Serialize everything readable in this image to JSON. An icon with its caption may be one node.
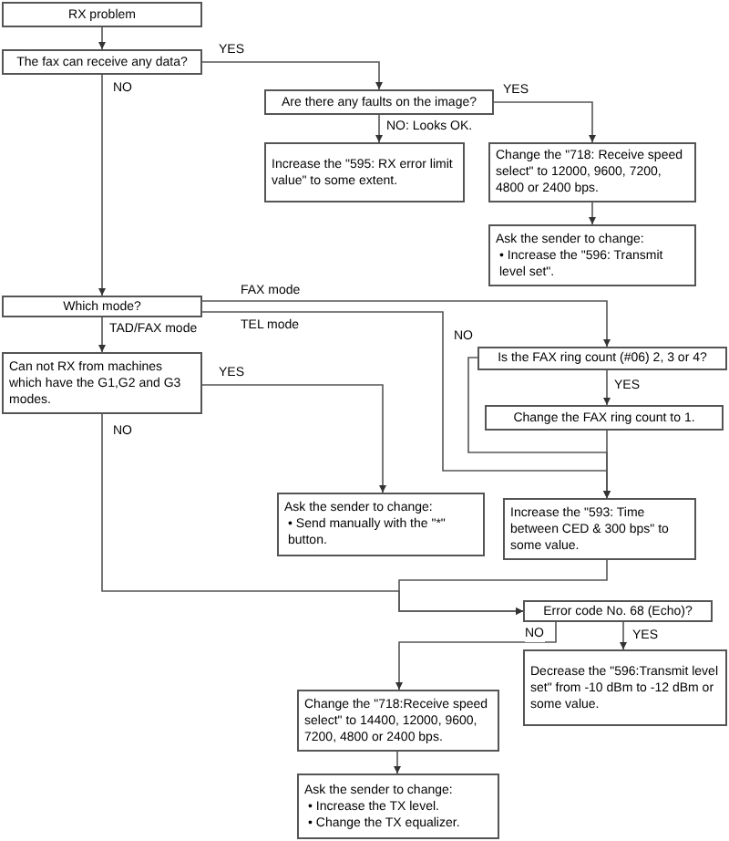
{
  "diagram": {
    "nodes": [
      {
        "text": [
          "RX problem"
        ]
      },
      {
        "text": [
          "The fax can receive any data?"
        ]
      },
      {
        "text": [
          "Are there any faults on the image?"
        ]
      },
      {
        "text": [
          "Increase the \"595: RX error limit value\" to some extent."
        ]
      },
      {
        "text": [
          "Change the \"718: Receive speed select\" to 12000, 9600, 7200, 4800 or 2400 bps."
        ]
      },
      {
        "text": [
          "Ask the sender to change:",
          "• Increase the \"596: Transmit level set\"."
        ]
      },
      {
        "text": [
          "Which mode?"
        ]
      },
      {
        "text": [
          "Can not RX from machines which have the G1,G2 and G3 modes."
        ]
      },
      {
        "text": [
          "Is the FAX ring count (#06) 2, 3 or 4?"
        ]
      },
      {
        "text": [
          "Change the FAX ring count to 1."
        ]
      },
      {
        "text": [
          "Ask the sender to change:",
          "• Send manually with the \"*\" button."
        ]
      },
      {
        "text": [
          "Increase the \"593: Time between CED & 300 bps\" to some value."
        ]
      },
      {
        "text": [
          "Error code No. 68 (Echo)?"
        ]
      },
      {
        "text": [
          "Decrease the \"596:Transmit level set\" from -10 dBm to -12 dBm or some value."
        ]
      },
      {
        "text": [
          "Change the \"718:Receive speed select\" to 14400, 12000, 9600, 7200, 4800 or 2400 bps."
        ]
      },
      {
        "text": [
          "Ask the sender to change:",
          "• Increase the TX level.",
          "• Change the TX equalizer."
        ]
      }
    ],
    "edges": [
      {
        "from": 0,
        "to": 1,
        "arrow": "to"
      },
      {
        "from": 1,
        "to": 2,
        "arrow": "to",
        "label": "YES"
      },
      {
        "from": 1,
        "to": 6,
        "arrow": "to",
        "label": "NO"
      },
      {
        "from": 2,
        "to": 3,
        "arrow": "to",
        "label": "NO: Looks OK."
      },
      {
        "from": 2,
        "to": 4,
        "arrow": "to",
        "label": "YES"
      },
      {
        "from": 4,
        "to": 5,
        "arrow": "to"
      },
      {
        "from": 6,
        "to": 8,
        "arrow": "to",
        "label": "FAX mode"
      },
      {
        "from": 6,
        "to": 11,
        "arrow": "to",
        "label": "TEL mode"
      },
      {
        "from": 6,
        "to": 7,
        "arrow": "to",
        "label": "TAD/FAX mode"
      },
      {
        "from": 7,
        "to": 10,
        "arrow": "to",
        "label": "YES"
      },
      {
        "from": 7,
        "to": 12,
        "arrow": "to",
        "label": "NO"
      },
      {
        "from": 8,
        "to": 9,
        "arrow": "to",
        "label": "YES"
      },
      {
        "from": 8,
        "to": 11,
        "arrow": "to",
        "label": "NO"
      },
      {
        "from": 9,
        "to": 11,
        "arrow": "to"
      },
      {
        "from": 11,
        "to": 12,
        "arrow": "to"
      },
      {
        "from": 12,
        "to": 14,
        "arrow": "to",
        "label": "NO"
      },
      {
        "from": 12,
        "to": 13,
        "arrow": "to",
        "label": "YES"
      },
      {
        "from": 14,
        "to": 15,
        "arrow": "to"
      }
    ]
  }
}
